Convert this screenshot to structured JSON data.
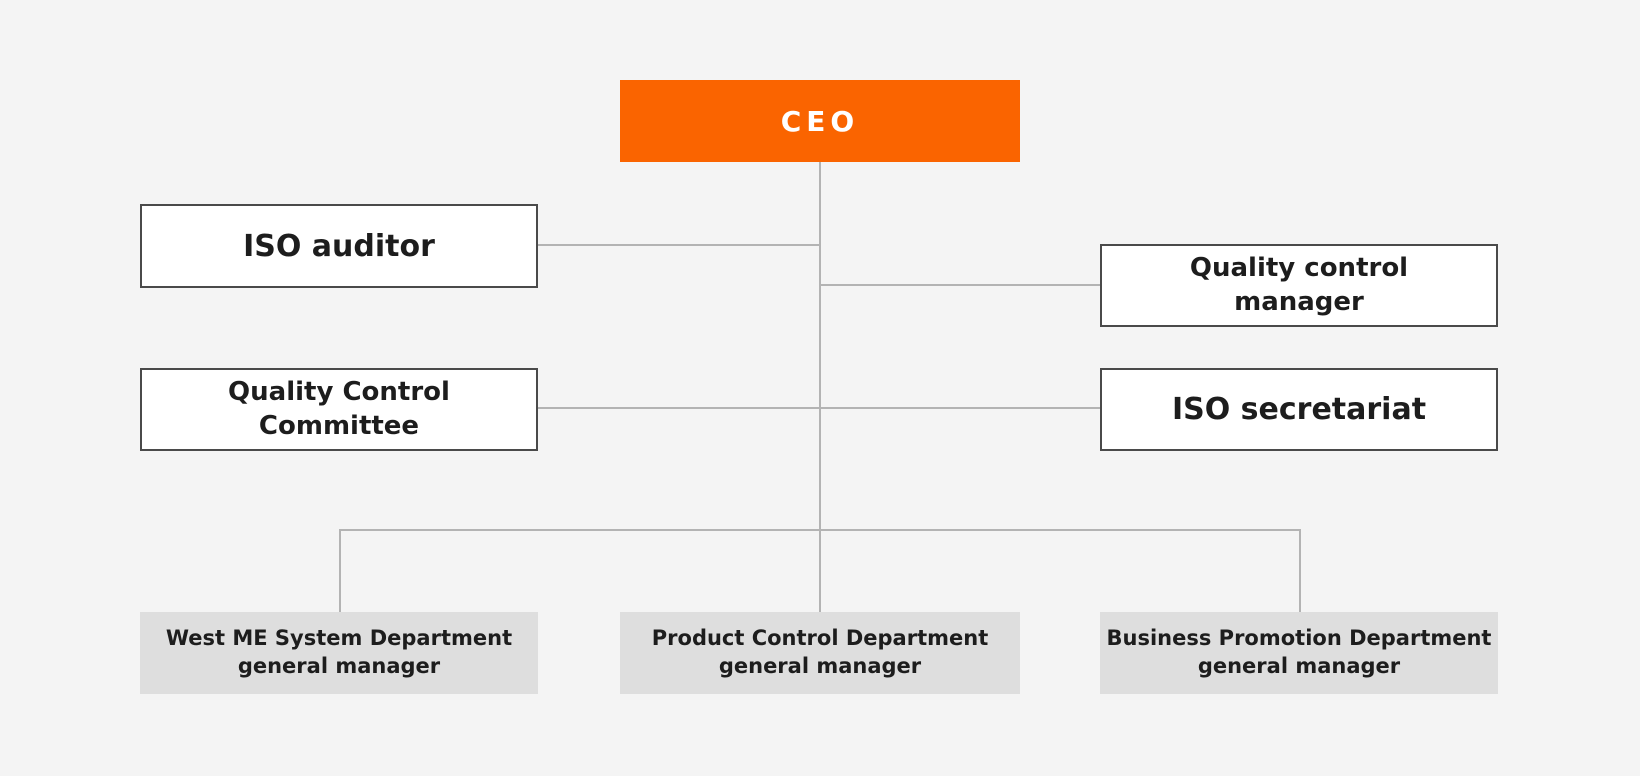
{
  "colors": {
    "background": "#f4f4f4",
    "ceo_bg": "#fa6400",
    "ceo_text": "#ffffff",
    "box_bg": "#ffffff",
    "box_border": "#4a4a4a",
    "dept_bg": "#dedede",
    "line": "#b3b3b3",
    "text": "#1d1d1d"
  },
  "org_chart": {
    "boxes": {
      "ceo": {
        "label": "CEO"
      },
      "iso_auditor": {
        "label": "ISO auditor"
      },
      "quality_control_manager": {
        "line1": "Quality control",
        "line2": "manager"
      },
      "quality_control_committee": {
        "line1": "Quality Control",
        "line2": "Committee"
      },
      "iso_secretariat": {
        "label": "ISO secretariat"
      },
      "west_me_system": {
        "line1": "West ME System Department",
        "line2": "general manager"
      },
      "product_control": {
        "line1": "Product Control Department",
        "line2": "general manager"
      },
      "business_promotion": {
        "line1": "Business Promotion Department",
        "line2": "general manager"
      }
    }
  }
}
